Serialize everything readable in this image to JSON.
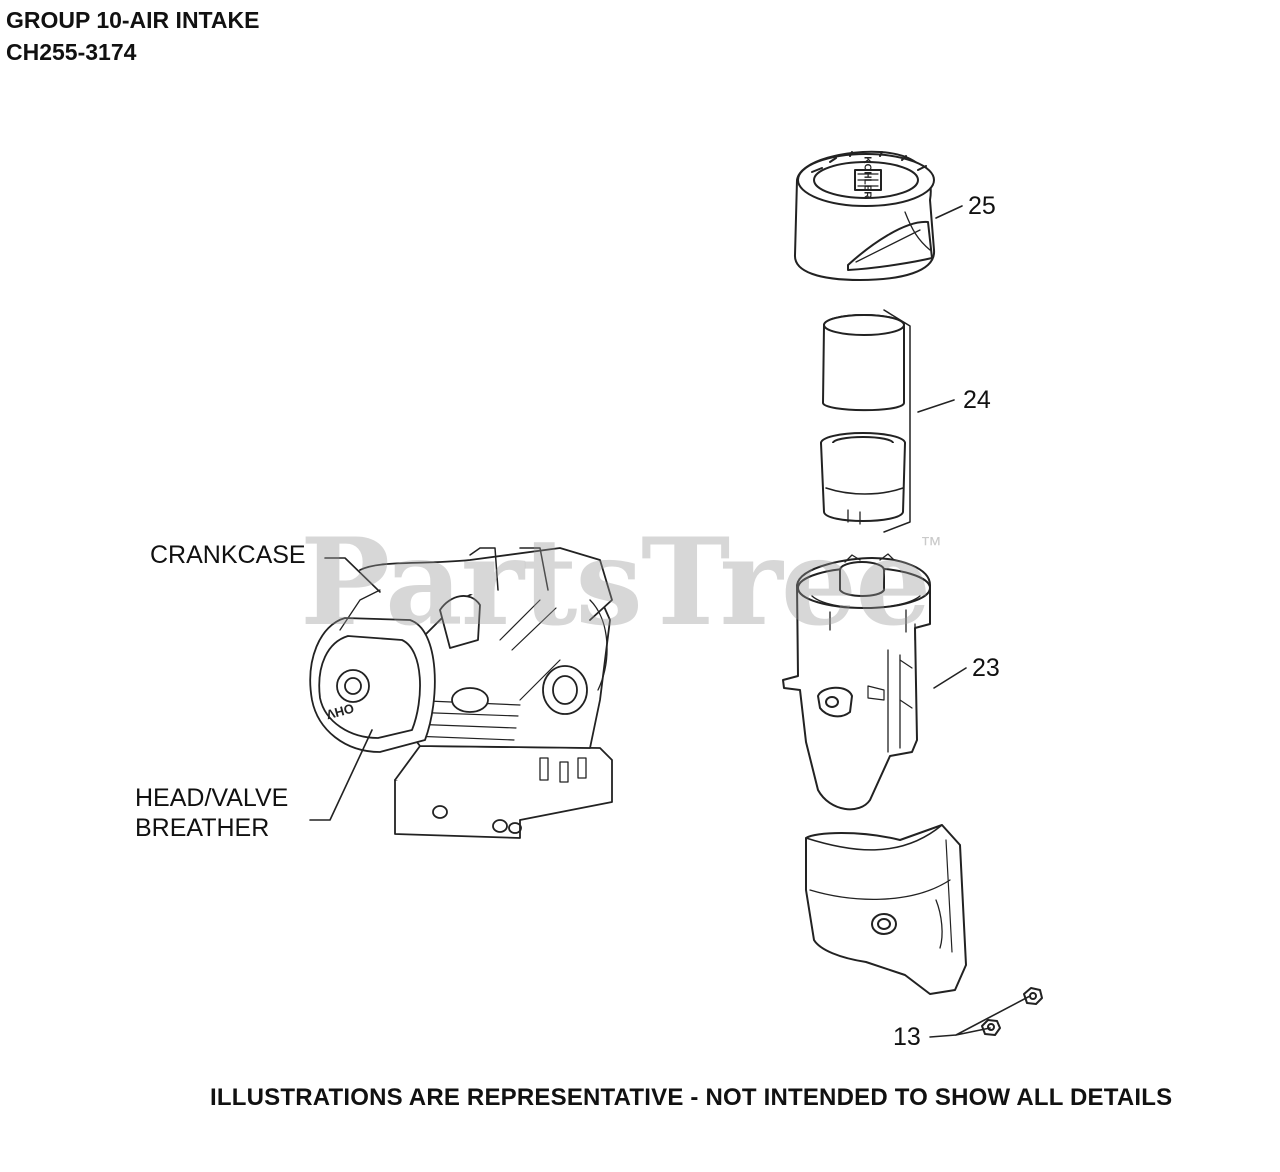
{
  "header": {
    "title": "GROUP 10-AIR INTAKE",
    "model": "CH255-3174"
  },
  "labels": {
    "crankcase": "CRANKCASE",
    "head_line1": "HEAD/VALVE",
    "head_line2": "BREATHER"
  },
  "callouts": {
    "c25": "25",
    "c24": "24",
    "c23": "23",
    "c13": "13"
  },
  "engine_markings": {
    "cover_text": "OHV",
    "cap_text": "KOHLER"
  },
  "watermark": {
    "text": "PartsTree",
    "trademark": "™"
  },
  "footer": {
    "note": "ILLUSTRATIONS ARE REPRESENTATIVE - NOT INTENDED TO SHOW ALL DETAILS"
  }
}
